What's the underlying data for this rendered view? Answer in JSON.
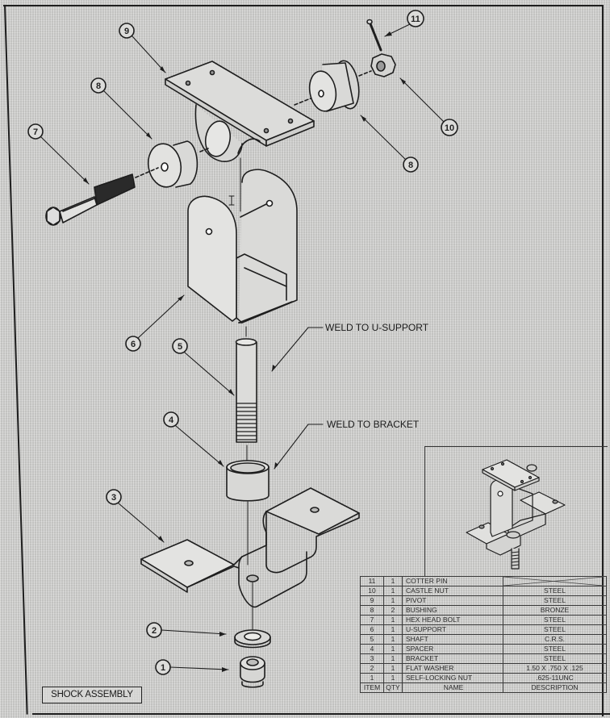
{
  "drawing": {
    "title": "SHOCK ASSEMBLY",
    "colors": {
      "line": "#1e1e1e",
      "paper": "#d3d3d1"
    },
    "balloons": [
      {
        "number": "1",
        "part": "SELF-LOCKING NUT"
      },
      {
        "number": "2",
        "part": "FLAT WASHER"
      },
      {
        "number": "3",
        "part": "BRACKET"
      },
      {
        "number": "4",
        "part": "SPACER"
      },
      {
        "number": "5",
        "part": "SHAFT"
      },
      {
        "number": "6",
        "part": "U-SUPPORT"
      },
      {
        "number": "7",
        "part": "HEX HEAD BOLT"
      },
      {
        "number": "8",
        "part": "BUSHING (left)"
      },
      {
        "number": "8",
        "part": "BUSHING (right)"
      },
      {
        "number": "9",
        "part": "PIVOT"
      },
      {
        "number": "10",
        "part": "CASTLE NUT"
      },
      {
        "number": "11",
        "part": "COTTER PIN"
      }
    ],
    "notes": {
      "weld_to_u_support": "WELD TO U-SUPPORT",
      "weld_to_bracket": "WELD TO BRACKET"
    }
  },
  "parts_list": {
    "headers": {
      "item": "ITEM",
      "qty": "QTY",
      "name": "NAME",
      "description": "DESCRIPTION"
    },
    "rows": [
      {
        "item": "11",
        "qty": "1",
        "name": "COTTER PIN",
        "description": ""
      },
      {
        "item": "10",
        "qty": "1",
        "name": "CASTLE NUT",
        "description": "STEEL"
      },
      {
        "item": "9",
        "qty": "1",
        "name": "PIVOT",
        "description": "STEEL"
      },
      {
        "item": "8",
        "qty": "2",
        "name": "BUSHING",
        "description": "BRONZE"
      },
      {
        "item": "7",
        "qty": "1",
        "name": "HEX HEAD BOLT",
        "description": "STEEL"
      },
      {
        "item": "6",
        "qty": "1",
        "name": "U-SUPPORT",
        "description": "STEEL"
      },
      {
        "item": "5",
        "qty": "1",
        "name": "SHAFT",
        "description": "C.R.S."
      },
      {
        "item": "4",
        "qty": "1",
        "name": "SPACER",
        "description": "STEEL"
      },
      {
        "item": "3",
        "qty": "1",
        "name": "BRACKET",
        "description": "STEEL"
      },
      {
        "item": "2",
        "qty": "1",
        "name": "FLAT WASHER",
        "description": "1.50 X .750 X .125"
      },
      {
        "item": "1",
        "qty": "1",
        "name": "SELF-LOCKING NUT",
        "description": ".625-11UNC"
      }
    ]
  }
}
